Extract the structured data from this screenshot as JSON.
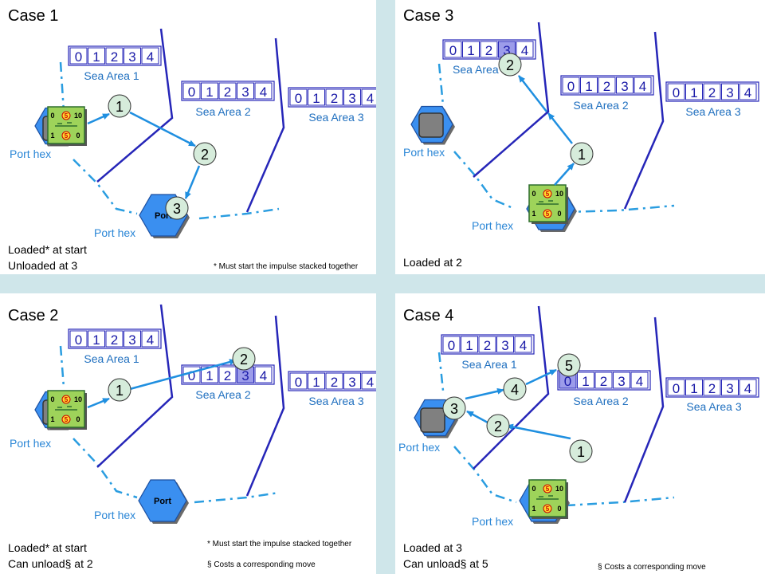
{
  "colors": {
    "coast": "#2a9de0",
    "border": "#2626b8",
    "arrow": "#1f8fe0",
    "hex": "#3a8ff0",
    "highlight": "#4a4ad8"
  },
  "box_digits": [
    "0",
    "1",
    "2",
    "3",
    "4"
  ],
  "port_label": "Port",
  "counter": {
    "tl": "0",
    "tm": "5",
    "tr": "10",
    "bl": "1",
    "bm": "5",
    "br": "0"
  },
  "panels": [
    {
      "title": "Case 1",
      "areas": [
        "Sea Area 1",
        "Sea Area 2",
        "Sea Area 3"
      ],
      "ports": [
        "Port hex",
        "Port hex"
      ],
      "numbers": [
        "1",
        "2",
        "3"
      ],
      "notes": [
        "Loaded* at start",
        "Unloaded at 3"
      ],
      "footnote": "* Must start the impulse stacked together",
      "footnote2": ""
    },
    {
      "title": "Case 3",
      "areas": [
        "Sea Area 1",
        "Sea Area 2",
        "Sea Area 3"
      ],
      "ports": [
        "Port hex",
        "Port hex"
      ],
      "numbers": [
        "1",
        "2"
      ],
      "notes": [
        "Loaded at 2",
        ""
      ],
      "footnote": "",
      "footnote2": ""
    },
    {
      "title": "Case 2",
      "areas": [
        "Sea Area 1",
        "Sea Area 2",
        "Sea Area 3"
      ],
      "ports": [
        "Port hex",
        "Port hex"
      ],
      "numbers": [
        "1",
        "2"
      ],
      "notes": [
        "Loaded* at start",
        "Can unload§ at 2"
      ],
      "footnote": "* Must start the impulse stacked together",
      "footnote2": "§ Costs a corresponding move"
    },
    {
      "title": "Case 4",
      "areas": [
        "Sea Area 1",
        "Sea Area 2",
        "Sea Area 3"
      ],
      "ports": [
        "Port hex",
        "Port hex"
      ],
      "numbers": [
        "1",
        "2",
        "3",
        "4",
        "5"
      ],
      "notes": [
        "Loaded at 3",
        "Can unload§ at 5"
      ],
      "footnote": "",
      "footnote2": "§ Costs a corresponding move"
    }
  ]
}
